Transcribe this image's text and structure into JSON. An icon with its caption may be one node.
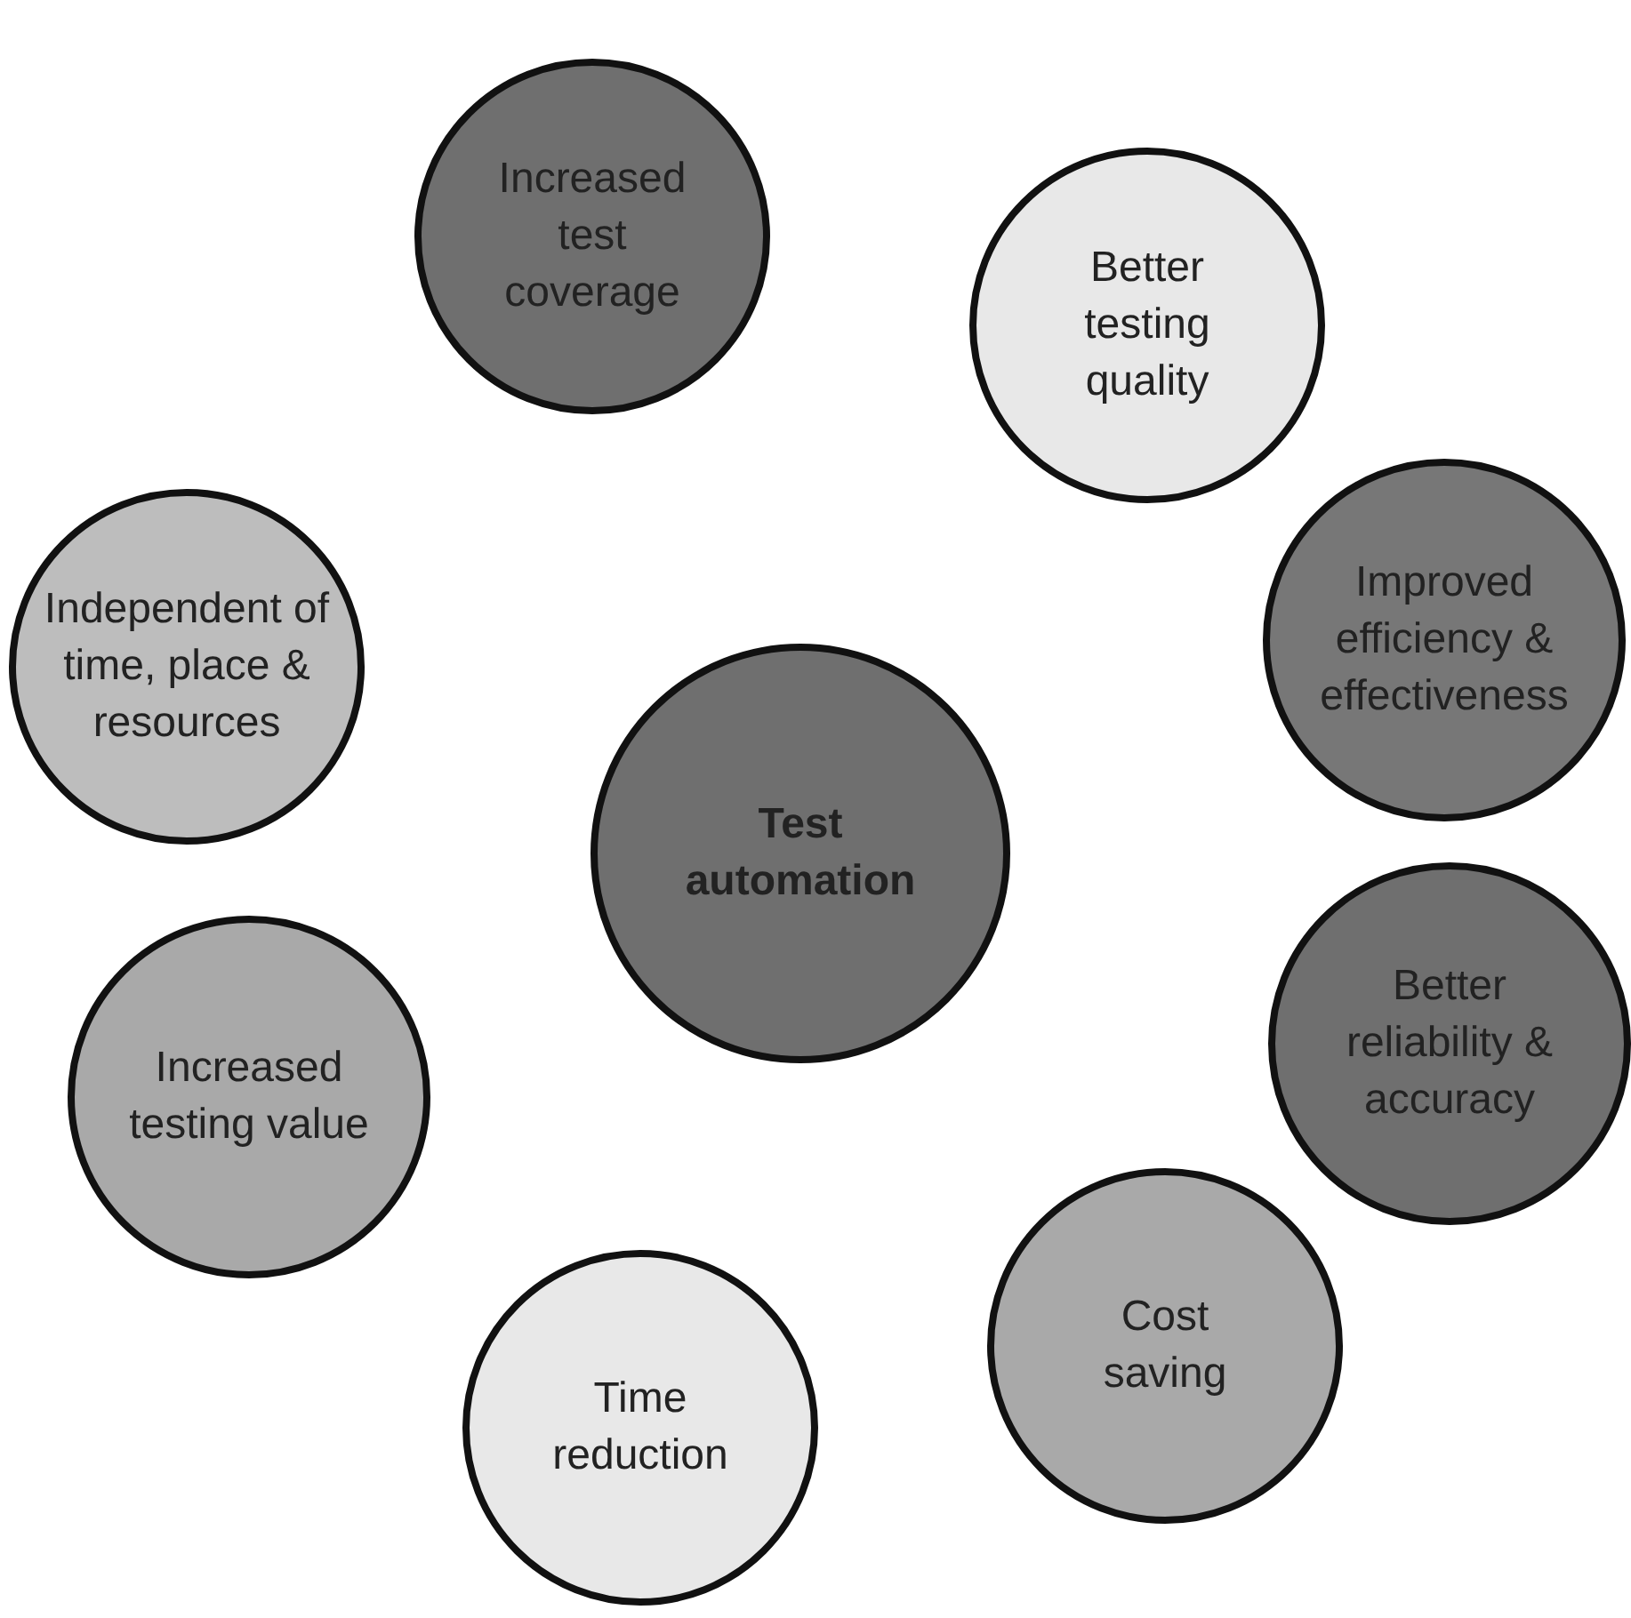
{
  "diagram": {
    "nodes": [
      {
        "text": [
          "Test automation"
        ]
      },
      {
        "text": [
          "Increased test coverage"
        ]
      },
      {
        "text": [
          "Better testing quality"
        ]
      },
      {
        "text": [
          "Improved efficiency & effectiveness"
        ]
      },
      {
        "text": [
          "Better reliability & accuracy"
        ]
      },
      {
        "text": [
          "Cost saving"
        ]
      },
      {
        "text": [
          "Time reduction"
        ]
      },
      {
        "text": [
          "Increased testing value"
        ]
      },
      {
        "text": [
          "Independent of time, place & resources"
        ]
      }
    ]
  }
}
